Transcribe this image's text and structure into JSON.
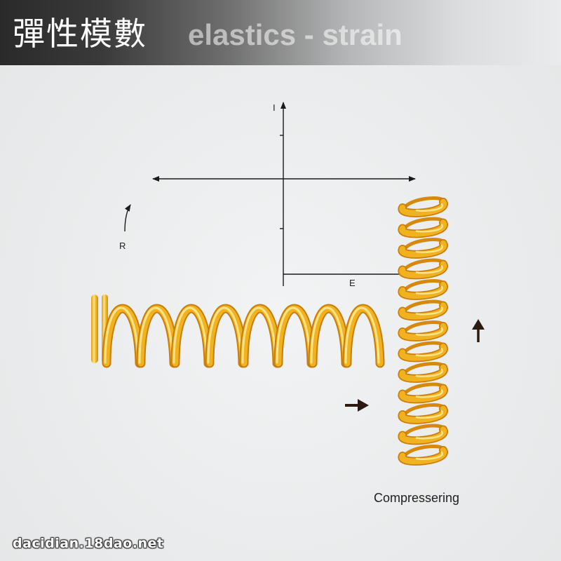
{
  "header": {
    "title_cn": "彈性模數",
    "title_en": "elastics - strain"
  },
  "diagram": {
    "labels": {
      "vertical_axis": "I",
      "curved_arrow": "R",
      "horizontal_arrow": "E",
      "compression": "Compressering"
    },
    "colors": {
      "spring_gold": "#f0b21e",
      "spring_highlight": "#fbe38a",
      "spring_shadow": "#c97d0c",
      "axis_line": "#1a1a1a"
    },
    "springs": [
      {
        "orientation": "horizontal",
        "coils": 8
      },
      {
        "orientation": "vertical",
        "coils": 13
      }
    ]
  },
  "watermark": "dacidian.18dao.net"
}
